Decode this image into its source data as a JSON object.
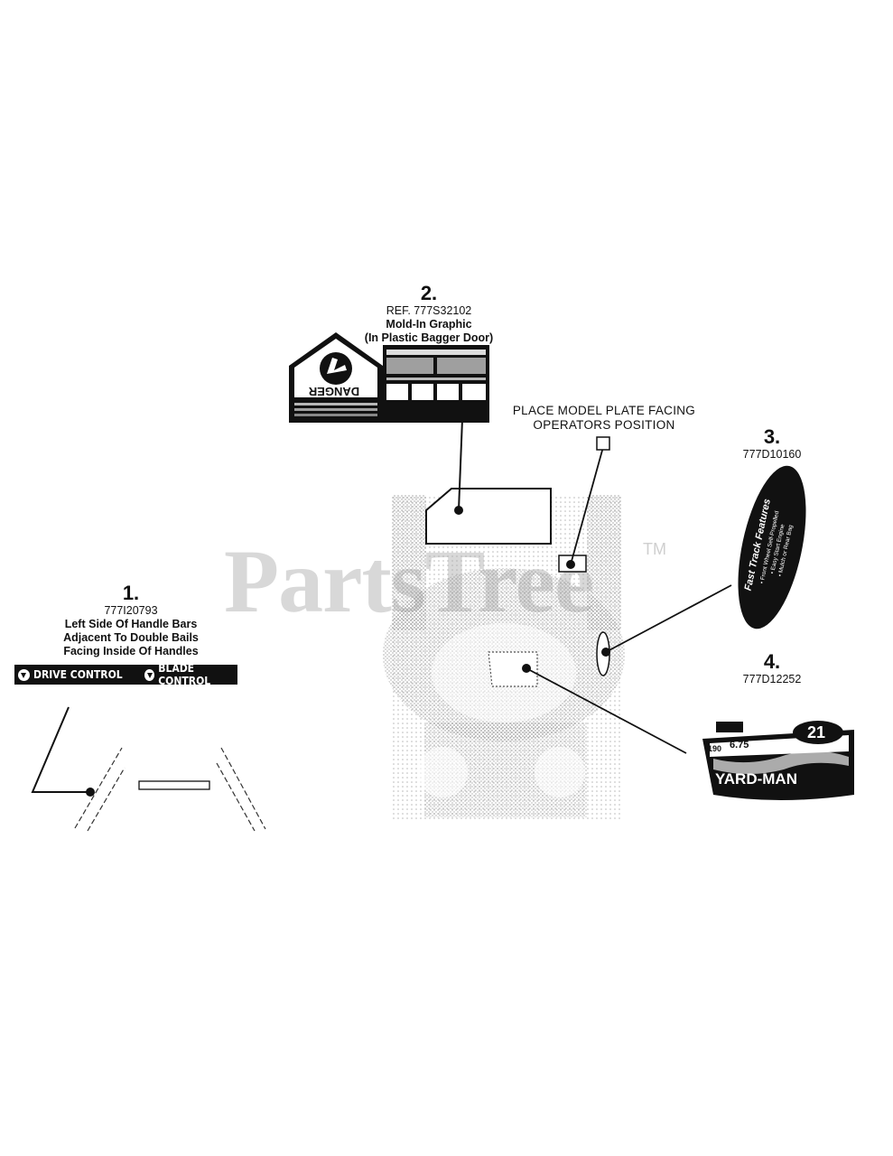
{
  "watermark": {
    "text": "PartsTree",
    "tm": "TM"
  },
  "callouts": [
    {
      "number": "1.",
      "part": "777I20793",
      "lines": [
        "Left Side Of Handle Bars",
        "Adjacent To Double Bails",
        "Facing Inside Of Handles"
      ]
    },
    {
      "number": "2.",
      "part": "REF. 777S32102",
      "lines": [
        "Mold-In Graphic",
        "(In Plastic Bagger Door)"
      ]
    },
    {
      "number": "3.",
      "part": "777D10160",
      "lines": []
    },
    {
      "number": "4.",
      "part": "777D12252",
      "lines": []
    }
  ],
  "decal_1": {
    "left_label": "DRIVE CONTROL",
    "right_label": "BLADE CONTROL"
  },
  "decal_2": {
    "warning_word": "DANGER"
  },
  "model_plate_note": [
    "PLACE MODEL PLATE FACING",
    "OPERATORS POSITION"
  ],
  "decal_3": {
    "title": "Fast Track Features",
    "lines": [
      "• Front Wheel Self-Propelled",
      "• Easy Start Engine",
      "• Mulch or Rear Bag"
    ]
  },
  "decal_4": {
    "brand": "YARD-MAN",
    "hp": "6.75",
    "cc": "190",
    "deck": "21"
  },
  "colors": {
    "ink": "#111111",
    "watermark": "#d8d8d8",
    "dots": "#9a9a9a"
  }
}
